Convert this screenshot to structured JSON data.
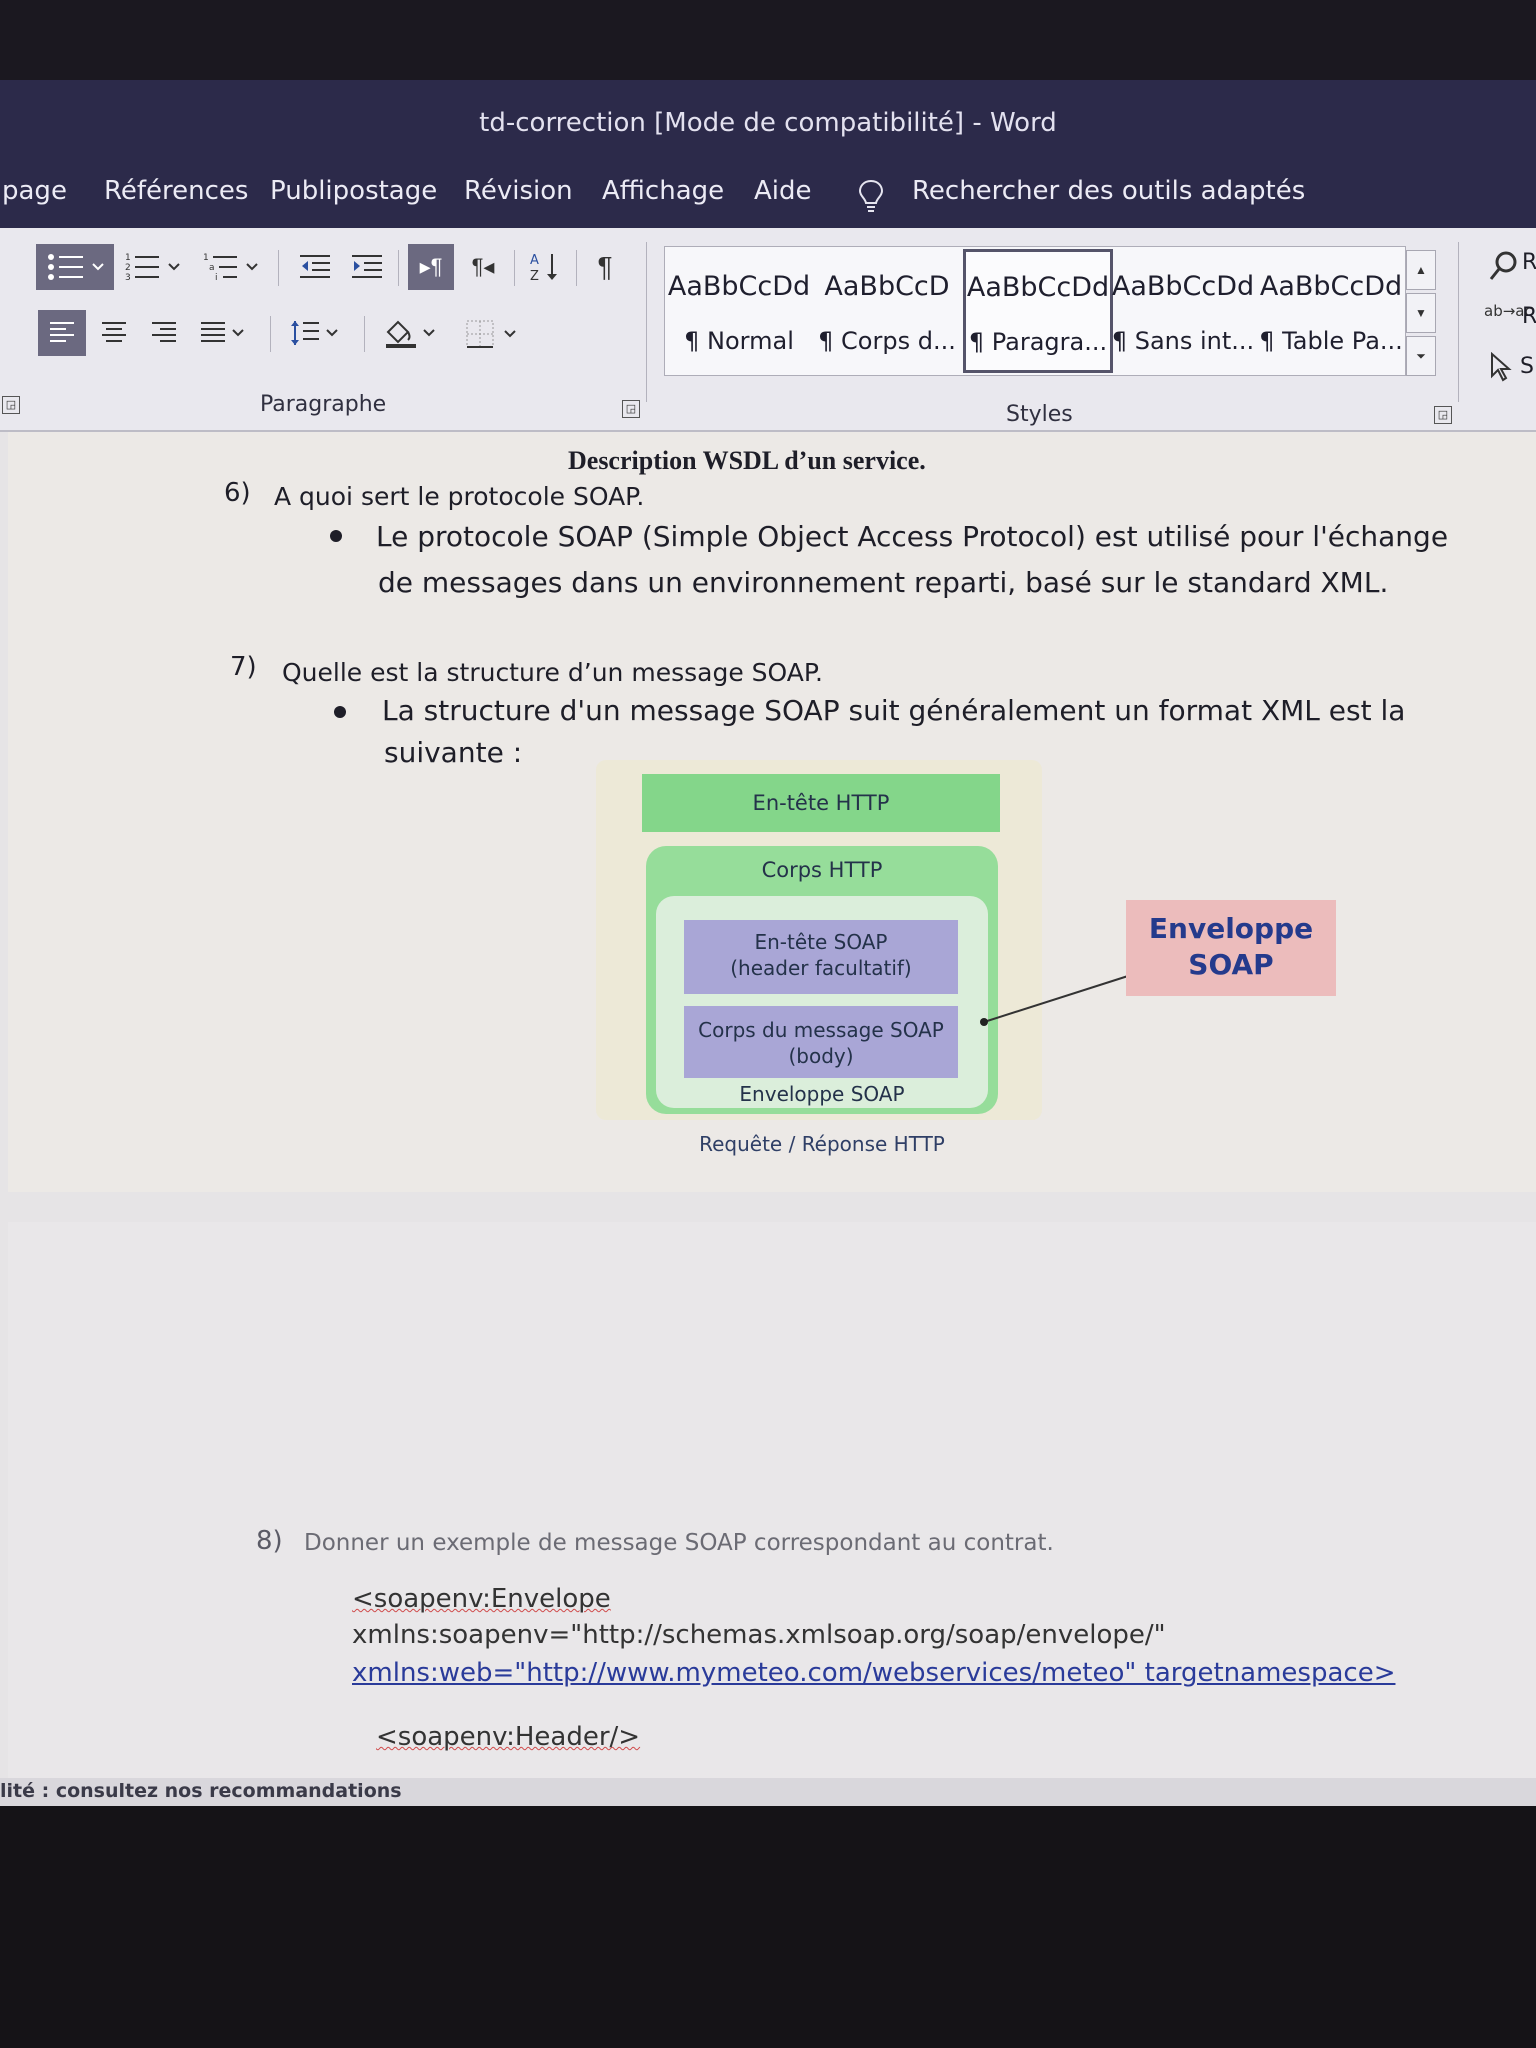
{
  "window": {
    "title": "td-correction [Mode de compatibilité]  -  Word"
  },
  "menu": {
    "items": [
      "page",
      "Références",
      "Publipostage",
      "Révision",
      "Affichage",
      "Aide"
    ],
    "search_label": "Rechercher des outils adaptés"
  },
  "ribbon": {
    "paragraph_group_label": "Paragraphe",
    "styles_group_label": "Styles",
    "styles": [
      {
        "sample": "AaBbCcDd",
        "name": "¶ Normal"
      },
      {
        "sample": "AaBbCcD",
        "name": "¶ Corps d..."
      },
      {
        "sample": "AaBbCcDd",
        "name": "¶ Paragra..."
      },
      {
        "sample": "AaBbCcDd",
        "name": "¶ Sans int..."
      },
      {
        "sample": "AaBbCcDd",
        "name": "¶ Table Pa..."
      }
    ],
    "active_style_index": 2,
    "editing": {
      "replace_icon_text": "ab→ac",
      "find_letter": "R",
      "replace_letter": "R",
      "select_letter": "S"
    }
  },
  "document": {
    "heading_cut": "Description WSDL d’un service.",
    "q6": {
      "number": "6)",
      "text": "A quoi sert le protocole SOAP."
    },
    "a6": {
      "line1": "Le protocole SOAP (Simple Object Access Protocol) est utilisé pour l'échange",
      "line2": "de messages dans un environnement reparti, basé sur le standard XML."
    },
    "q7": {
      "number": "7)",
      "text": "Quelle est la structure d’un message SOAP."
    },
    "a7": {
      "line1": "La structure d'un message SOAP suit généralement un format XML est la",
      "line2": "suivante :"
    },
    "diagram": {
      "http_header": "En-tête HTTP",
      "http_body": "Corps HTTP",
      "soap_header_line1": "En-tête SOAP",
      "soap_header_line2": "(header facultatif)",
      "soap_body_line1": "Corps du message SOAP",
      "soap_body_line2": "(body)",
      "soap_envelope": "Enveloppe SOAP",
      "caption": "Requête / Réponse HTTP",
      "callout_line1": "Enveloppe",
      "callout_line2": "SOAP",
      "colors": {
        "green": "#84d68a",
        "green_light": "#cfeccf",
        "purple": "#a9a6d6",
        "callout": "#ecbcbc"
      }
    },
    "q8": {
      "number": "8)",
      "text": "Donner un exemple de message SOAP correspondant au contrat."
    },
    "code": {
      "line1": "<soapenv:Envelope",
      "line2": "xmlns:soapenv=\"http://schemas.xmlsoap.org/soap/envelope/\"",
      "line3": "xmlns:web=\"http://www.mymeteo.com/webservices/meteo\" targetnamespace>",
      "line4": "<soapenv:Header/>"
    }
  },
  "statusbar": {
    "text": "lité : consultez nos recommandations"
  }
}
